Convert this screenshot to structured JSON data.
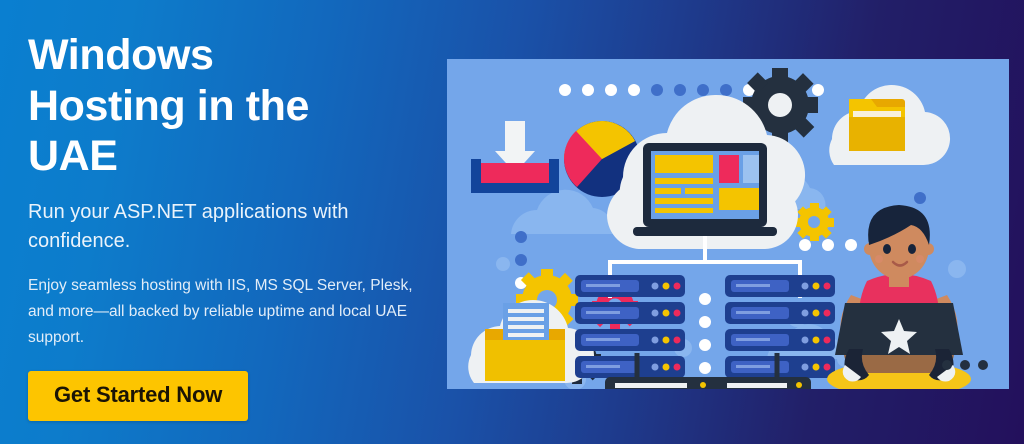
{
  "banner": {
    "background_gradient_from": "#0a7fd0",
    "background_gradient_to": "#23105c"
  },
  "copy": {
    "headline": "Windows Hosting in the UAE",
    "subhead": "Run your ASP.NET applications with confidence.",
    "body": "Enjoy seamless hosting with IIS, MS SQL Server, Plesk, and more—all backed by reliable uptime and local UAE support.",
    "cta_label": "Get Started Now",
    "cta_color": "#fdc500",
    "text_color": "#ffffff"
  },
  "illustration": {
    "name": "cloud-hosting-illustration",
    "panel_color": "#74a6ea",
    "elements": [
      "download-tray-icon",
      "pie-chart-icon",
      "cloud-with-laptop",
      "cloud-with-folder-icon",
      "cloud-with-file-envelope",
      "gear-yellow-icon",
      "gear-red-icon",
      "gear-dark-icon",
      "gear-dark-large-icon",
      "gear-red-large-icon",
      "gear-yellow-small-icon",
      "server-rack-left",
      "server-rack-right",
      "network-switch",
      "person-with-laptop"
    ],
    "accents": {
      "cloud_white": "#eef1f3",
      "cloud_soft": "#8ab6ef",
      "server_blue": "#1e3f8f",
      "server_face": "#3e62c4",
      "yellow": "#f4c400",
      "red": "#ee2a5b",
      "dark": "#24303f",
      "skin": "#cf8a5f",
      "shirt": "#e8315e",
      "hair": "#17243b",
      "shoe_pad": "#f5c518"
    }
  }
}
